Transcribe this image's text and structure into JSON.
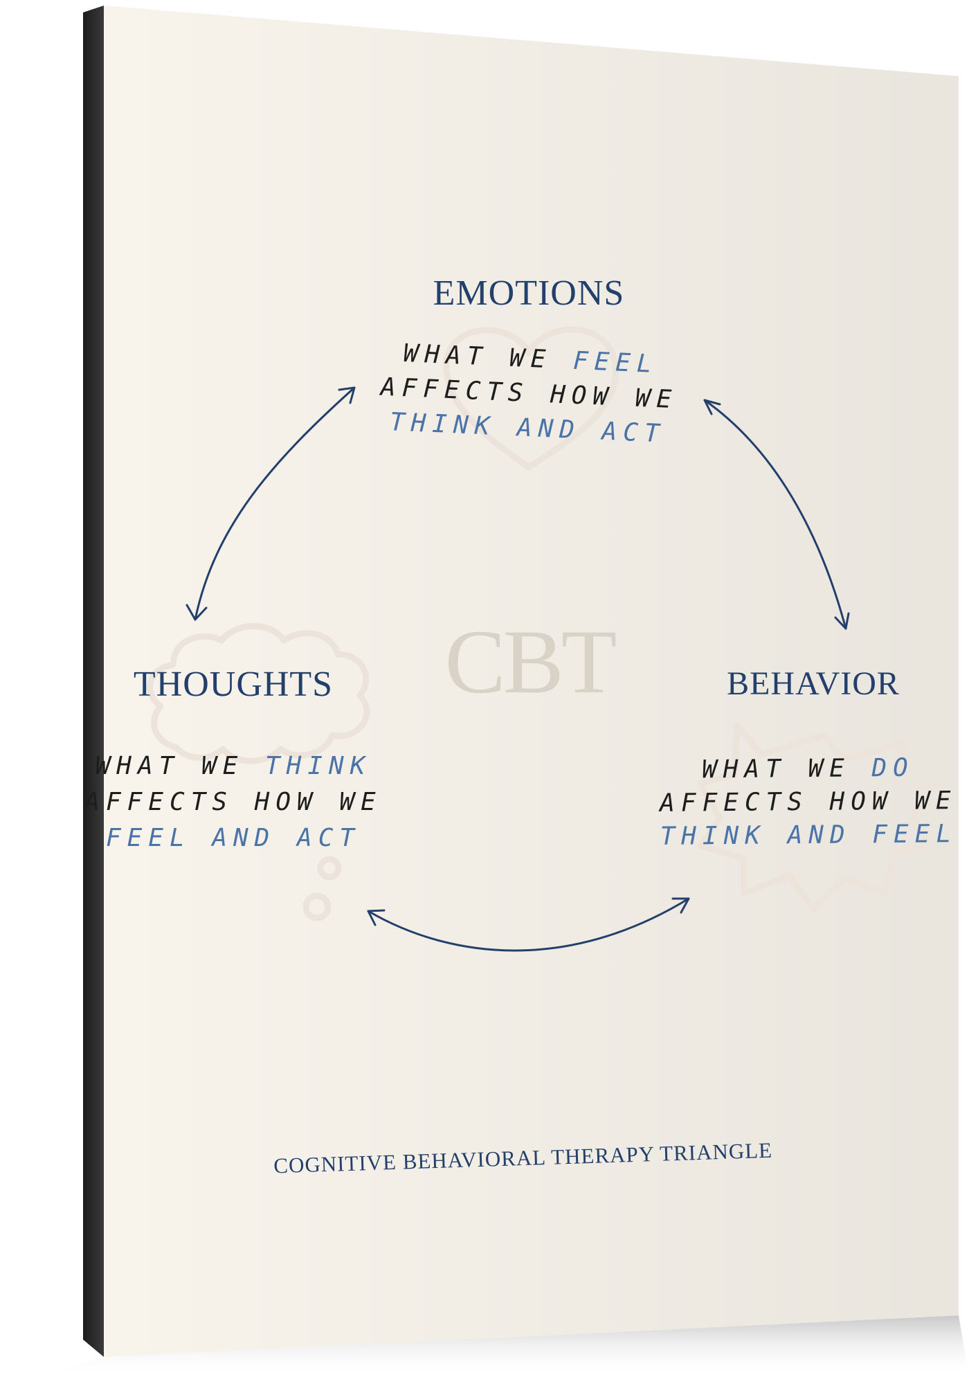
{
  "nodes": {
    "emotions": {
      "title": "EMOTIONS",
      "lines": [
        [
          {
            "t": "WHAT WE ",
            "c": "dark"
          },
          {
            "t": "FEEL",
            "c": "blue"
          }
        ],
        [
          {
            "t": "AFFECTS HOW WE",
            "c": "dark"
          }
        ],
        [
          {
            "t": "THINK AND ACT",
            "c": "blue"
          }
        ]
      ]
    },
    "thoughts": {
      "title": "THOUGHTS",
      "lines": [
        [
          {
            "t": "WHAT WE ",
            "c": "dark"
          },
          {
            "t": "THINK",
            "c": "blue"
          }
        ],
        [
          {
            "t": "AFFECTS HOW WE",
            "c": "dark"
          }
        ],
        [
          {
            "t": "FEEL AND ACT",
            "c": "blue"
          }
        ]
      ]
    },
    "behavior": {
      "title": "BEHAVIOR",
      "lines": [
        [
          {
            "t": "WHAT WE ",
            "c": "dark"
          },
          {
            "t": "DO",
            "c": "blue"
          }
        ],
        [
          {
            "t": "AFFECTS HOW WE",
            "c": "dark"
          }
        ],
        [
          {
            "t": "THINK AND FEEL",
            "c": "blue"
          }
        ]
      ]
    }
  },
  "center_label": "CBT",
  "footer": "COGNITIVE BEHAVIORAL THERAPY TRIANGLE",
  "colors": {
    "navy": "#233f6b",
    "blue_text": "#4a73a8",
    "dark_text": "#1d1d1d",
    "canvas": "#f8f4ec",
    "doodle": "#ece3da",
    "cbt_watermark": "#d9d2c6",
    "canvas_edge": "#2a2a2a"
  }
}
